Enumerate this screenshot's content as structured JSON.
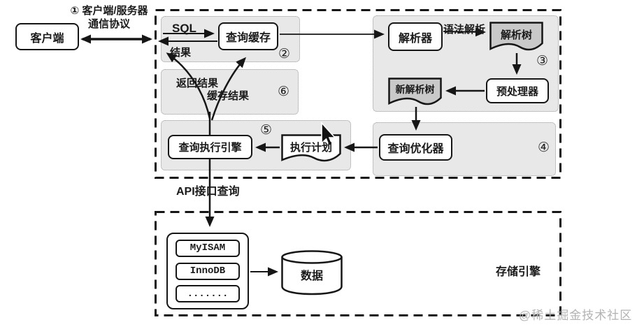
{
  "colors": {
    "panel_gray": "#e8e8e8",
    "doc_gray": "#c9c9c9",
    "line_black": "#161616",
    "watermark_gray": "#b3b3b3"
  },
  "client": {
    "label": "客户端"
  },
  "protocol_label": {
    "line1": "① 客户端/服务器",
    "line2": "通信协议"
  },
  "server": {
    "cache_section": {
      "sql": "SQL",
      "result": "结果",
      "query_cache": "查询缓存",
      "badge": "②"
    },
    "return_section": {
      "return_result": "返回结果",
      "cache_result": "缓存结果",
      "badge": "⑥"
    },
    "parse_section": {
      "parser": "解析器",
      "syntax_parse": "语法解析",
      "parse_tree": "解析树",
      "preprocessor": "预处理器",
      "new_parse_tree": "新解析树",
      "badge": "③"
    },
    "optimize_section": {
      "optimizer": "查询优化器",
      "badge": "④"
    },
    "execute_section": {
      "engine": "查询执行引擎",
      "plan": "执行计划",
      "badge": "⑤"
    }
  },
  "api_label": "API接口查询",
  "storage": {
    "engines": [
      "MyISAM",
      "InnoDB",
      "......."
    ],
    "data": "数据",
    "title": "存储引擎"
  },
  "watermark": "@稀土掘金技术社区"
}
